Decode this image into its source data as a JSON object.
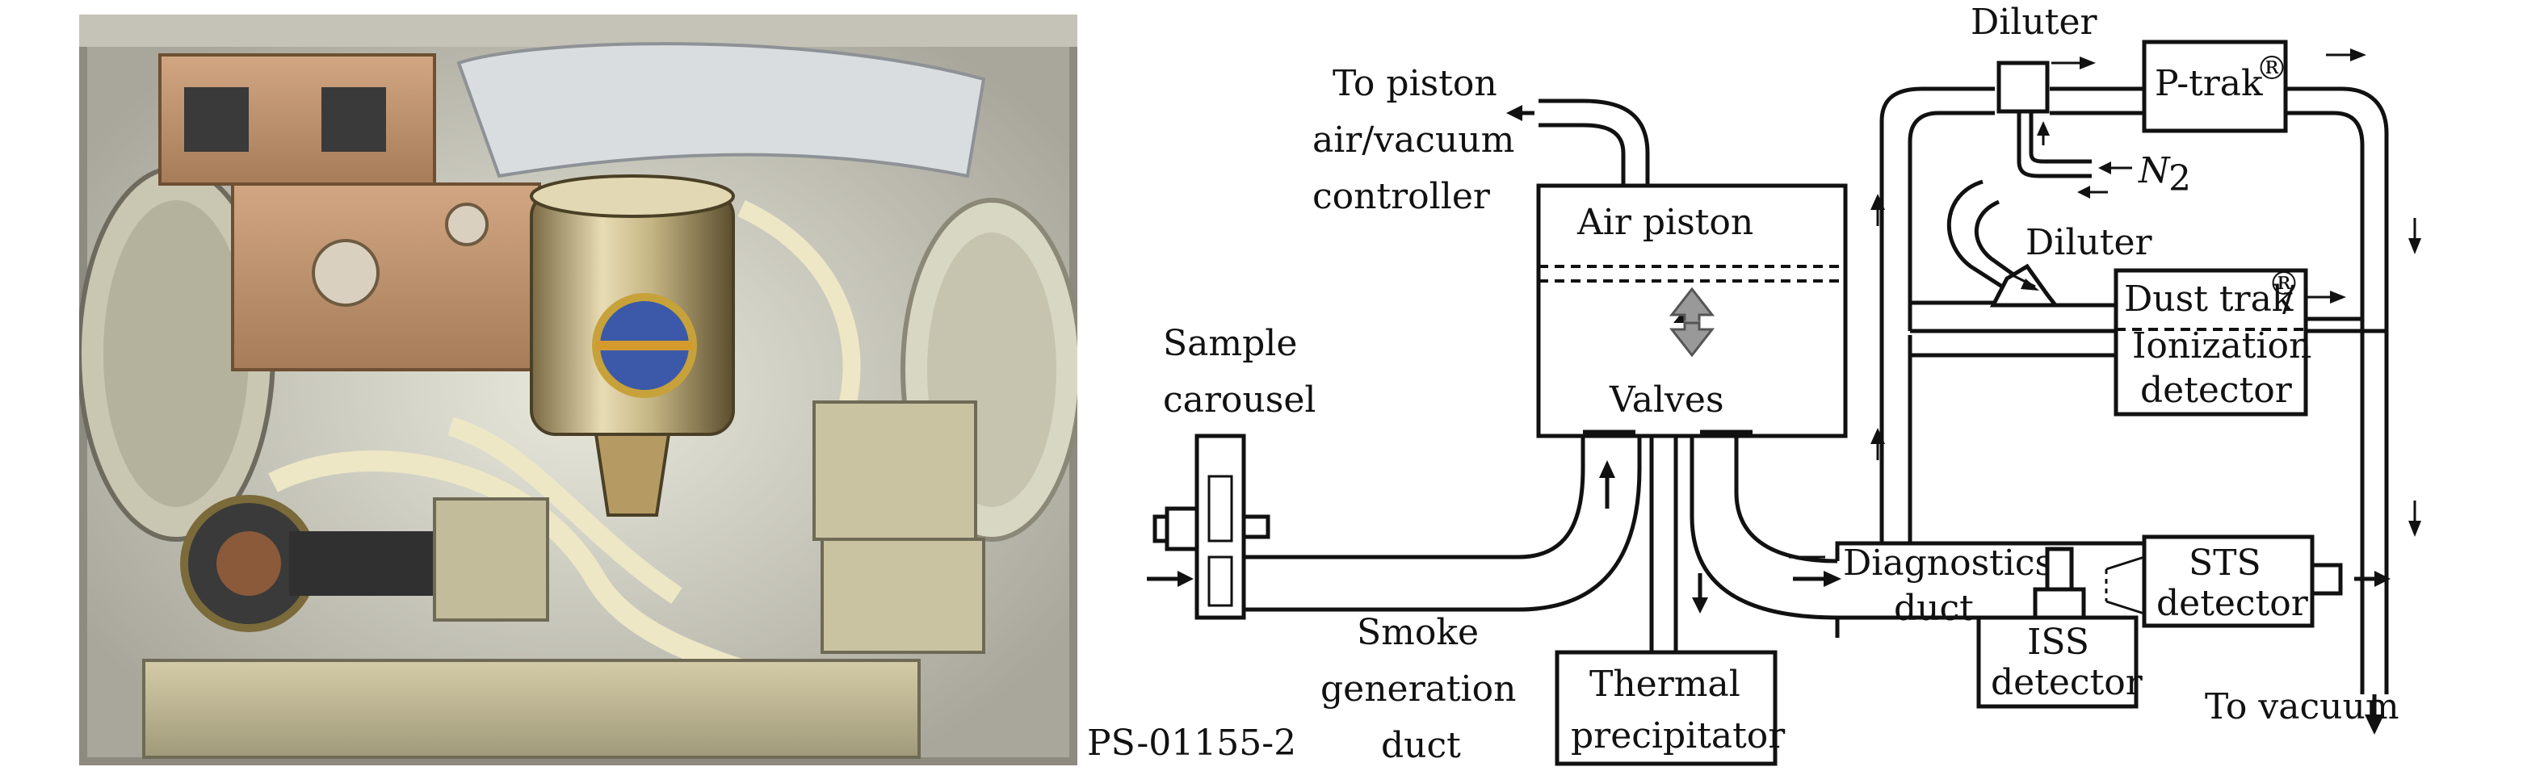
{
  "figure": {
    "photo_id": "PS-01155-2",
    "alt": "Photograph of the SAME experiment hardware inside its enclosure"
  },
  "labels": {
    "to_piston": [
      "To piston",
      "air/vacuum",
      "controller"
    ],
    "air_piston": "Air piston",
    "valves": "Valves",
    "sample_carousel": [
      "Sample",
      "carousel"
    ],
    "smoke_duct": [
      "Smoke",
      "generation",
      "duct"
    ],
    "thermal_precipitator": [
      "Thermal",
      "precipitator"
    ],
    "diluter_top": "Diluter",
    "diluter_mid": "Diluter",
    "ptrak": "P-trak",
    "ptrak_reg": "®",
    "n2": "N",
    "n2_sub": "2",
    "dusttrak": "Dust trak",
    "dusttrak_reg": "®",
    "dusttrak_slash": "/",
    "ionization": [
      "Ionization",
      "detector"
    ],
    "diagnostics_duct": [
      "Diagnostics",
      "duct"
    ],
    "iss_detector": [
      "ISS",
      "detector"
    ],
    "sts_detector": [
      "STS",
      "detector"
    ],
    "to_vacuum": "To vacuum"
  },
  "colors": {
    "line": "#111111",
    "enclosure": "#b8b4a8",
    "hardware_gold": "#c9a66b",
    "canister": "#d9d2b4",
    "cable": "#ece6c6"
  }
}
